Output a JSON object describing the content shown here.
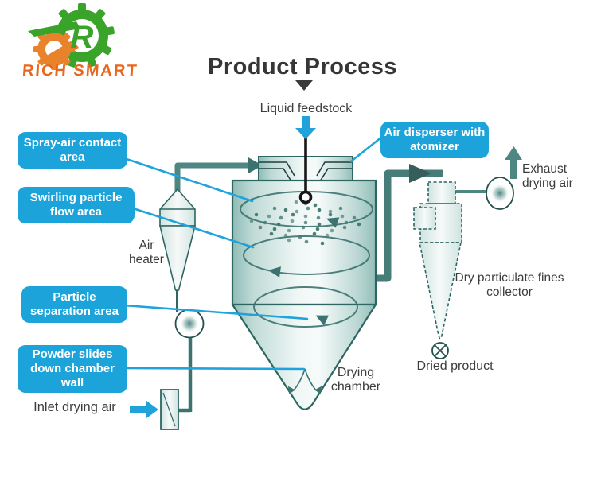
{
  "brand": {
    "name": "RICH SMART"
  },
  "title": "Product Process",
  "callouts": {
    "spray_air": "Spray-air contact area",
    "swirling": "Swirling particle flow area",
    "separation": "Particle separation area",
    "powder": "Powder slides down chamber wall",
    "disperser": "Air disperser with atomizer"
  },
  "labels": {
    "liquid_feedstock": "Liquid feedstock",
    "air_heater": "Air heater",
    "exhaust": "Exhaust drying air",
    "fines_collector": "Dry particulate fines collector",
    "dried_product": "Dried product",
    "drying_chamber": "Drying chamber",
    "inlet_air": "Inlet drying air"
  },
  "colors": {
    "accent": "#1fa3da",
    "outline": "#2e6662",
    "pipe": "#4e8682",
    "pipe_dark": "#3c7370",
    "brand_orange": "#e8671e",
    "brand_green": "#3aa32a",
    "text": "#3c3c3c"
  }
}
